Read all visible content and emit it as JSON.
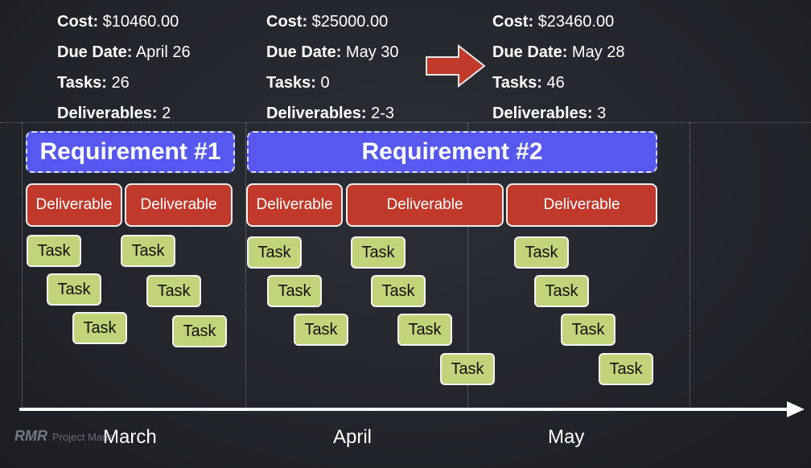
{
  "stats": [
    {
      "cost_label": "Cost:",
      "cost": "$10460.00",
      "due_label": "Due Date:",
      "due": "April 26",
      "tasks_label": "Tasks:",
      "tasks": "26",
      "deliv_label": "Deliverables:",
      "deliverables": "2"
    },
    {
      "cost_label": "Cost:",
      "cost": "$25000.00",
      "due_label": "Due Date:",
      "due": "May 30",
      "tasks_label": "Tasks:",
      "tasks": "0",
      "deliv_label": "Deliverables:",
      "deliverables": "2-3"
    },
    {
      "cost_label": "Cost:",
      "cost": "$23460.00",
      "due_label": "Due Date:",
      "due": "May 28",
      "tasks_label": "Tasks:",
      "tasks": "46",
      "deliv_label": "Deliverables:",
      "deliverables": "3"
    }
  ],
  "requirements": [
    "Requirement #1",
    "Requirement #2"
  ],
  "deliverable_label": "Deliverable",
  "task_label": "Task",
  "months": [
    "March",
    "April",
    "May"
  ],
  "logo": {
    "mark": "RMR",
    "text": "Project Mana"
  },
  "colors": {
    "requirement": "#5658f0",
    "deliverable": "#c0392b",
    "task": "#c2d47a",
    "arrow": "#c0392b",
    "axis": "#ffffff"
  },
  "icons": {
    "arrow": "red-right-arrow-icon"
  }
}
